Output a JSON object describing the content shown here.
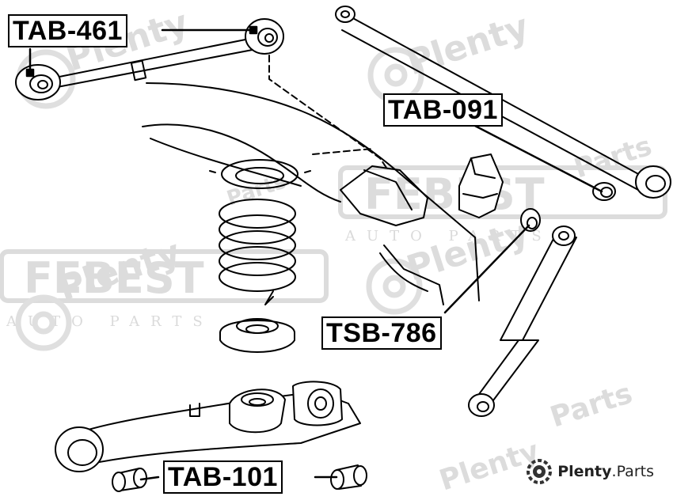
{
  "labels": {
    "tab461": "TAB-461",
    "tab091": "TAB-091",
    "tsb786": "TSB-786",
    "tab101": "TAB-101"
  },
  "watermark": {
    "plenty": "Plenty",
    "parts": "Parts",
    "febest": "FEBEST",
    "auto_parts": "AUTO PARTS"
  },
  "brand": {
    "name": "Plenty",
    "suffix": "Parts"
  },
  "colors": {
    "line": "#000000",
    "watermark": "#d9d9d9"
  }
}
